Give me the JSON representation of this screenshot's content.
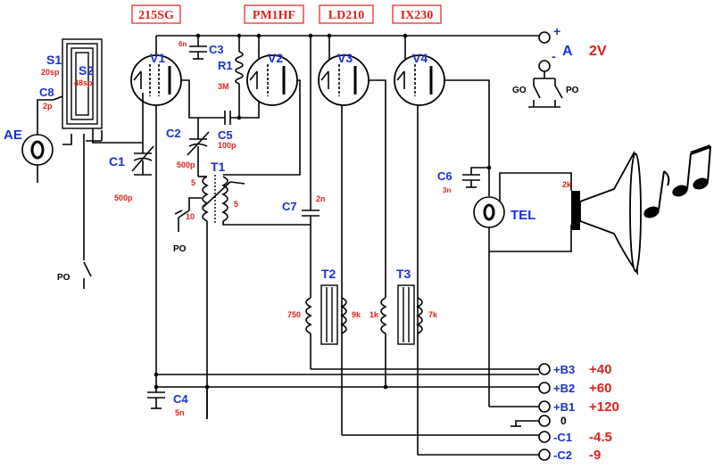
{
  "tubes": [
    {
      "ref": "V1",
      "type": "215SG"
    },
    {
      "ref": "V2",
      "type": "PM1HF"
    },
    {
      "ref": "V3",
      "type": "LD210"
    },
    {
      "ref": "V4",
      "type": "IX230"
    }
  ],
  "components": {
    "s1": {
      "ref": "S1",
      "value": "20sp"
    },
    "s2": {
      "ref": "S2",
      "value": "48sp"
    },
    "c8": {
      "ref": "C8",
      "value": "2p"
    },
    "ae": {
      "ref": "AE"
    },
    "c1": {
      "ref": "C1",
      "value": "500p"
    },
    "c2": {
      "ref": "C2",
      "value": "500p"
    },
    "c3": {
      "ref": "C3",
      "value": "6n"
    },
    "c4": {
      "ref": "C4",
      "value": "5n"
    },
    "c5": {
      "ref": "C5",
      "value": "100p"
    },
    "c6": {
      "ref": "C6",
      "value": "3n"
    },
    "c7": {
      "ref": "C7",
      "value": "2n"
    },
    "r1": {
      "ref": "R1",
      "value": "3M"
    },
    "t1": {
      "ref": "T1",
      "tap_a": "5",
      "tap_b": "10",
      "tap_c": "5"
    },
    "t2": {
      "ref": "T2",
      "primary": "750",
      "secondary": "9k"
    },
    "t3": {
      "ref": "T3",
      "primary": "1k",
      "secondary": "7k"
    },
    "tel": {
      "ref": "TEL",
      "value": "2k"
    },
    "po": "PO",
    "go": "GO"
  },
  "supply": {
    "a_plus": "+",
    "a_minus": "-",
    "a_label": "A",
    "a_voltage": "2V",
    "rails": [
      {
        "label": "+B3",
        "voltage": "+40"
      },
      {
        "label": "+B2",
        "voltage": "+60"
      },
      {
        "label": "+B1",
        "voltage": "+120"
      },
      {
        "label": "0",
        "voltage": ""
      },
      {
        "label": "-C1",
        "voltage": "-4.5"
      },
      {
        "label": "-C2",
        "voltage": "-9"
      }
    ]
  },
  "colors": {
    "label_blue": "#1a2fd6",
    "value_red": "#e0201a"
  }
}
